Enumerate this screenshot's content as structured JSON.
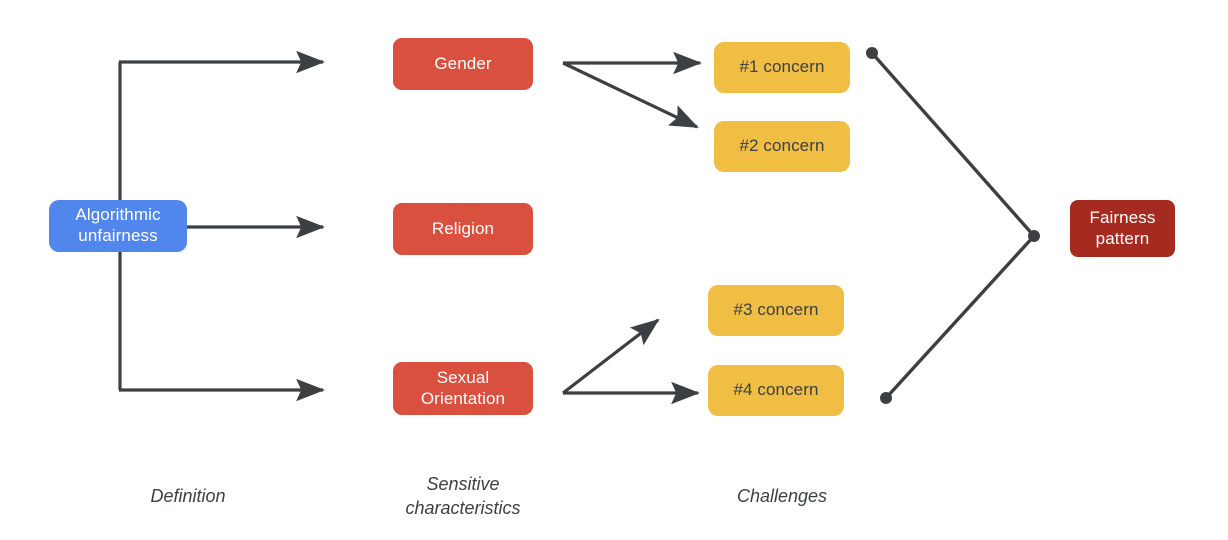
{
  "diagram": {
    "title": "Algorithmic unfairness to fairness pattern flow",
    "colors": {
      "definition": "#5187ED",
      "characteristic": "#D9503F",
      "challenge": "#EFBE42",
      "pattern": "#A52A1F",
      "connector": "#3c4043",
      "background": "#FFFFFF"
    }
  },
  "nodes": {
    "definition": {
      "label": "Algorithmic\nunfairness"
    },
    "characteristics": [
      {
        "label": "Gender"
      },
      {
        "label": "Religion"
      },
      {
        "label": "Sexual\nOrientation"
      }
    ],
    "challenges": [
      {
        "label": "#1 concern"
      },
      {
        "label": "#2 concern"
      },
      {
        "label": "#3 concern"
      },
      {
        "label": "#4 concern"
      }
    ],
    "pattern": {
      "label": "Fairness\npattern"
    }
  },
  "column_labels": [
    {
      "label": "Definition"
    },
    {
      "label": "Sensitive\ncharacteristics"
    },
    {
      "label": "Challenges"
    }
  ]
}
